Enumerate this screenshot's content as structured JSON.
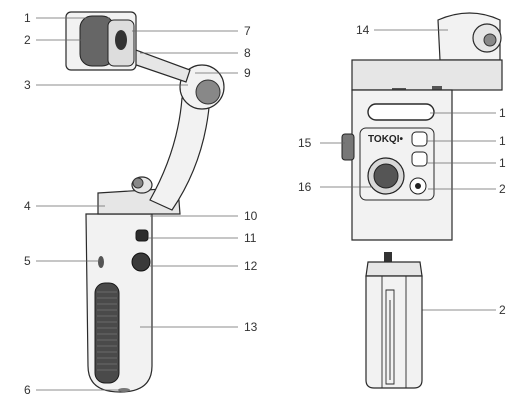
{
  "callouts": {
    "c1": "1",
    "c2": "2",
    "c3": "3",
    "c4": "4",
    "c5": "5",
    "c6": "6",
    "c7": "7",
    "c8": "8",
    "c9": "9",
    "c10": "10",
    "c11": "11",
    "c12": "12",
    "c13": "13",
    "c14": "14",
    "c15": "15",
    "c16": "16",
    "cr1": "1",
    "cr2": "1",
    "cr3": "1",
    "cr4": "2",
    "cr5": "2"
  },
  "brand_text": "TOKQI•"
}
